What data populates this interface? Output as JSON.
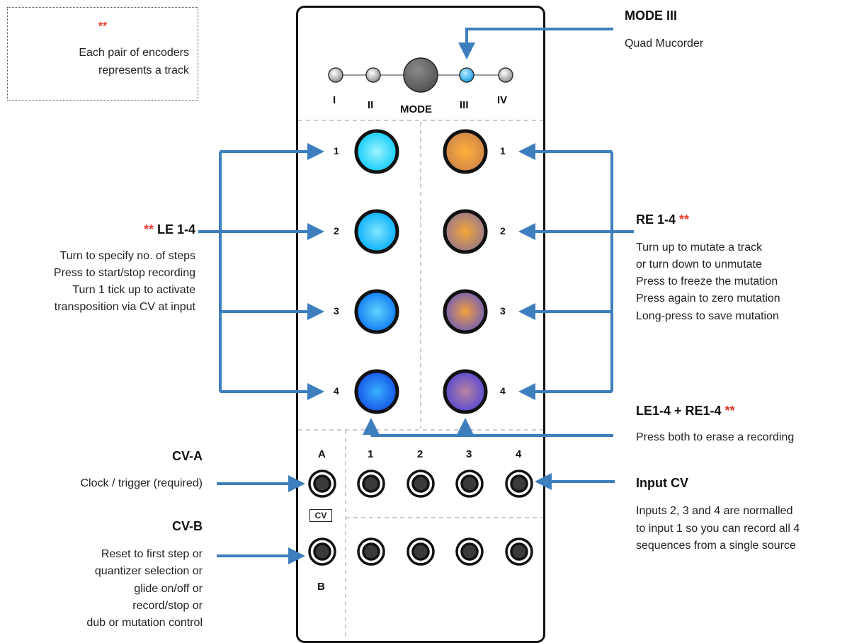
{
  "note": {
    "stars": "**",
    "line1": "Each pair of encoders",
    "line2": "represents a track"
  },
  "mode": {
    "title": "MODE III",
    "subtitle": "Quad Mucorder",
    "labels": [
      "I",
      "II",
      "MODE",
      "III",
      "IV"
    ]
  },
  "le": {
    "stars": "**",
    "title": "LE 1-4",
    "lines": [
      "Turn to specify no. of steps",
      "Press to start/stop recording",
      "Turn 1 tick up to activate",
      "transposition via CV at input"
    ]
  },
  "re": {
    "title": "RE 1-4",
    "stars": "**",
    "lines": [
      "Turn up to mutate a track",
      "or turn down to unmutate",
      "Press to freeze the mutation",
      "Press again to zero mutation",
      "Long-press to save mutation"
    ]
  },
  "both": {
    "title": "LE1-4 + RE1-4",
    "stars": "**",
    "desc": "Press both to erase a recording"
  },
  "cva": {
    "title": "CV-A",
    "desc": "Clock / trigger (required)"
  },
  "cvb": {
    "title": "CV-B",
    "lines": [
      "Reset to first step or",
      "quantizer selection or",
      "glide on/off or",
      "record/stop or",
      "dub or mutation control"
    ]
  },
  "inputcv": {
    "title": "Input CV",
    "lines": [
      "Inputs 2, 3 and 4 are normalled",
      "to input 1 so you can record all 4",
      "sequences from a single source"
    ]
  },
  "encoder_numbers": [
    "1",
    "2",
    "3",
    "4"
  ],
  "jacks": {
    "a_label": "A",
    "b_label": "B",
    "cv_label": "CV",
    "input_labels": [
      "1",
      "2",
      "3",
      "4"
    ]
  },
  "colors": {
    "arrow": "#3d7ebd",
    "mode_active": "#29b6f6",
    "left_encoders": [
      "#1fd3ff",
      "#1ab8ff",
      "#1a8cff",
      "#1a62f0"
    ],
    "right_encoders": [
      "#e0912c",
      "#b0805a",
      "#8a6a9a",
      "#6a55c0"
    ]
  }
}
